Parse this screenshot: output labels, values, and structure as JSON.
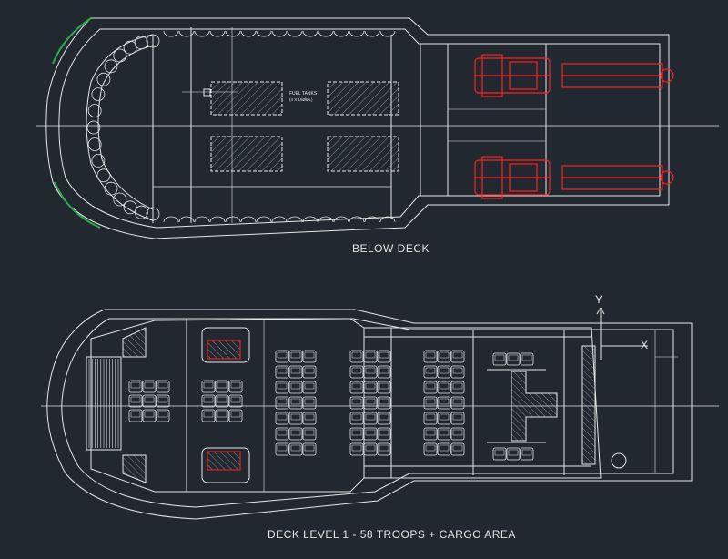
{
  "below_deck": {
    "title": "BELOW DECK",
    "fuel_tanks_label": "FUEL TANKS",
    "fuel_tanks_sub": "(4 X 15ØØL)"
  },
  "deck_level_1": {
    "title": "DECK LEVEL 1 - 58 TROOPS + CARGO AREA"
  },
  "ucs": {
    "x_label": "X",
    "y_label": "Y"
  },
  "colors": {
    "background": "#212830",
    "linework": "#e6e6e6",
    "engines": "#ff2020",
    "hull_edge": "#2ea84a"
  }
}
